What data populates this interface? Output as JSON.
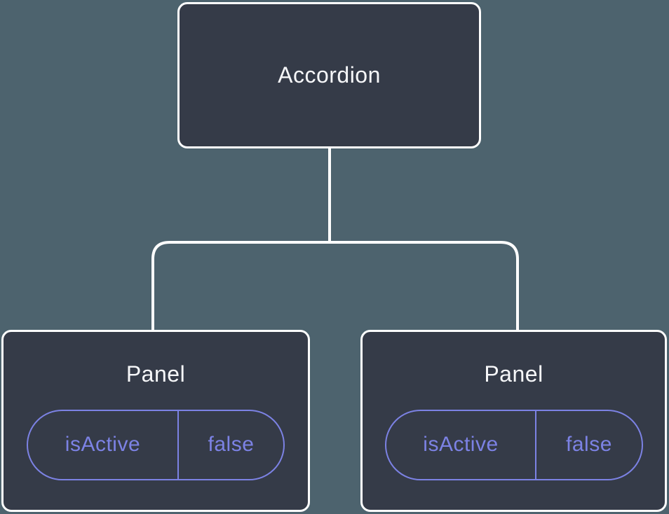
{
  "diagram": {
    "root": {
      "label": "Accordion"
    },
    "children": [
      {
        "label": "Panel",
        "state": {
          "name": "isActive",
          "value": "false"
        }
      },
      {
        "label": "Panel",
        "state": {
          "name": "isActive",
          "value": "false"
        }
      }
    ],
    "colors": {
      "background": "#4d636e",
      "node_fill": "#353b48",
      "node_border": "#ffffff",
      "node_text": "#f6f7f9",
      "state_accent": "#7c82e4",
      "connector": "#ffffff"
    }
  }
}
